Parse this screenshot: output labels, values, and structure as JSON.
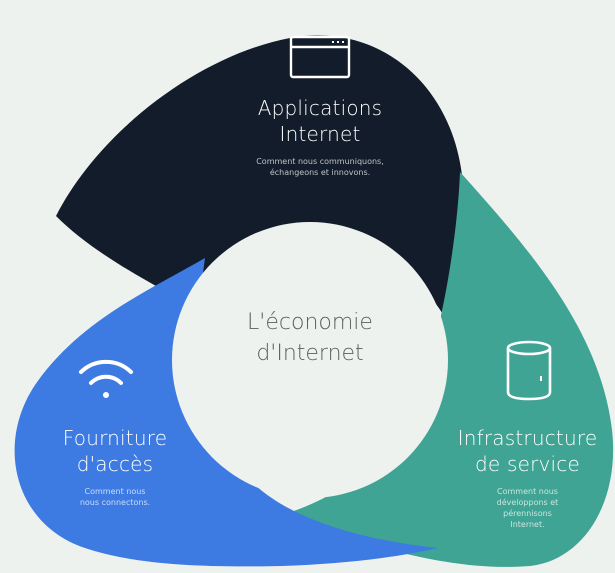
{
  "colors": {
    "background": "#eef2ee",
    "applications": "#121c2b",
    "access": "#3d7be3",
    "infrastructure": "#3fa493",
    "center": "#eef2ee",
    "center_text": "#5c5f5c"
  },
  "center": {
    "title_line1": "L'économie",
    "title_line2": "d'Internet"
  },
  "segments": {
    "applications": {
      "icon": "browser-window-icon",
      "title_line1": "Applications",
      "title_line2": "Internet",
      "desc_line1": "Comment nous communiquons,",
      "desc_line2": "échangeons et innovons."
    },
    "access": {
      "icon": "wifi-icon",
      "title_line1": "Fourniture",
      "title_line2": "d'accès",
      "desc_line1": "Comment nous",
      "desc_line2": "nous connectons."
    },
    "infrastructure": {
      "icon": "server-cylinder-icon",
      "title_line1": "Infrastructure",
      "title_line2": "de service",
      "desc_line1": "Comment nous",
      "desc_line2": "développons et",
      "desc_line3": "pérennisons",
      "desc_line4": "Internet."
    }
  }
}
